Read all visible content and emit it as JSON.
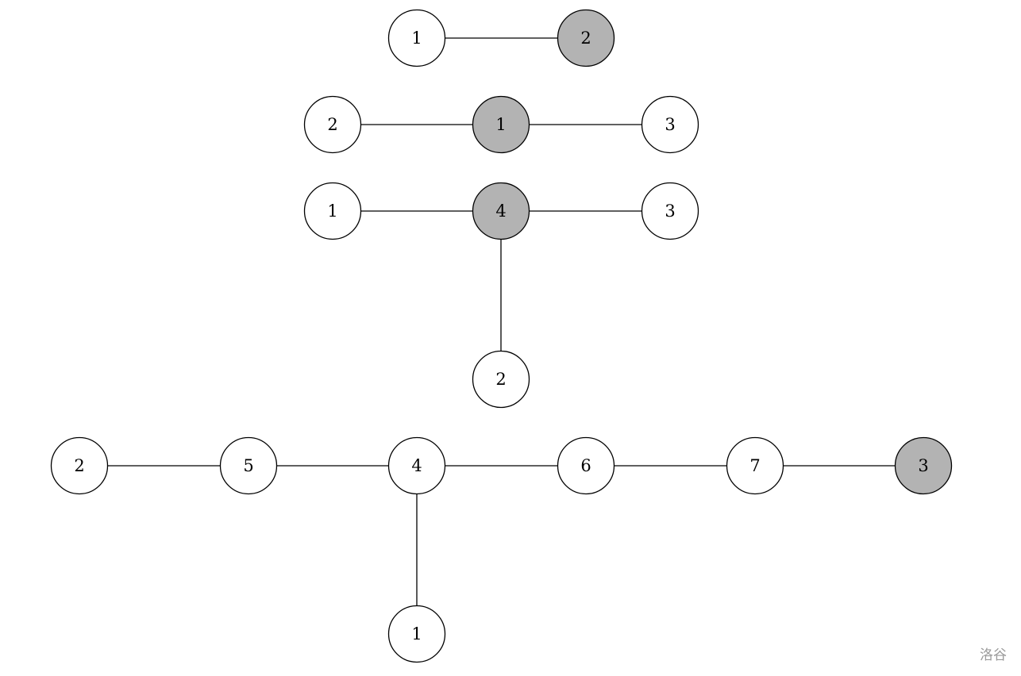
{
  "colors": {
    "highlight": "#b3b3b3",
    "plain": "#ffffff",
    "stroke": "#000000"
  },
  "watermark": "洛谷",
  "trees": [
    {
      "id": "tree-1",
      "nodes": [
        {
          "id": "a",
          "label": "1",
          "highlighted": false
        },
        {
          "id": "b",
          "label": "2",
          "highlighted": true
        }
      ],
      "edges": [
        [
          "a",
          "b"
        ]
      ]
    },
    {
      "id": "tree-2",
      "nodes": [
        {
          "id": "a",
          "label": "2",
          "highlighted": false
        },
        {
          "id": "b",
          "label": "1",
          "highlighted": true
        },
        {
          "id": "c",
          "label": "3",
          "highlighted": false
        }
      ],
      "edges": [
        [
          "a",
          "b"
        ],
        [
          "b",
          "c"
        ]
      ]
    },
    {
      "id": "tree-3",
      "nodes": [
        {
          "id": "a",
          "label": "1",
          "highlighted": false
        },
        {
          "id": "b",
          "label": "4",
          "highlighted": true
        },
        {
          "id": "c",
          "label": "3",
          "highlighted": false
        },
        {
          "id": "d",
          "label": "2",
          "highlighted": false
        }
      ],
      "edges": [
        [
          "a",
          "b"
        ],
        [
          "b",
          "c"
        ],
        [
          "b",
          "d"
        ]
      ]
    },
    {
      "id": "tree-4",
      "nodes": [
        {
          "id": "a",
          "label": "2",
          "highlighted": false
        },
        {
          "id": "b",
          "label": "5",
          "highlighted": false
        },
        {
          "id": "c",
          "label": "4",
          "highlighted": false
        },
        {
          "id": "d",
          "label": "6",
          "highlighted": false
        },
        {
          "id": "e",
          "label": "7",
          "highlighted": false
        },
        {
          "id": "f",
          "label": "3",
          "highlighted": true
        },
        {
          "id": "g",
          "label": "1",
          "highlighted": false
        }
      ],
      "edges": [
        [
          "a",
          "b"
        ],
        [
          "b",
          "c"
        ],
        [
          "c",
          "d"
        ],
        [
          "d",
          "e"
        ],
        [
          "e",
          "f"
        ],
        [
          "c",
          "g"
        ]
      ]
    }
  ]
}
